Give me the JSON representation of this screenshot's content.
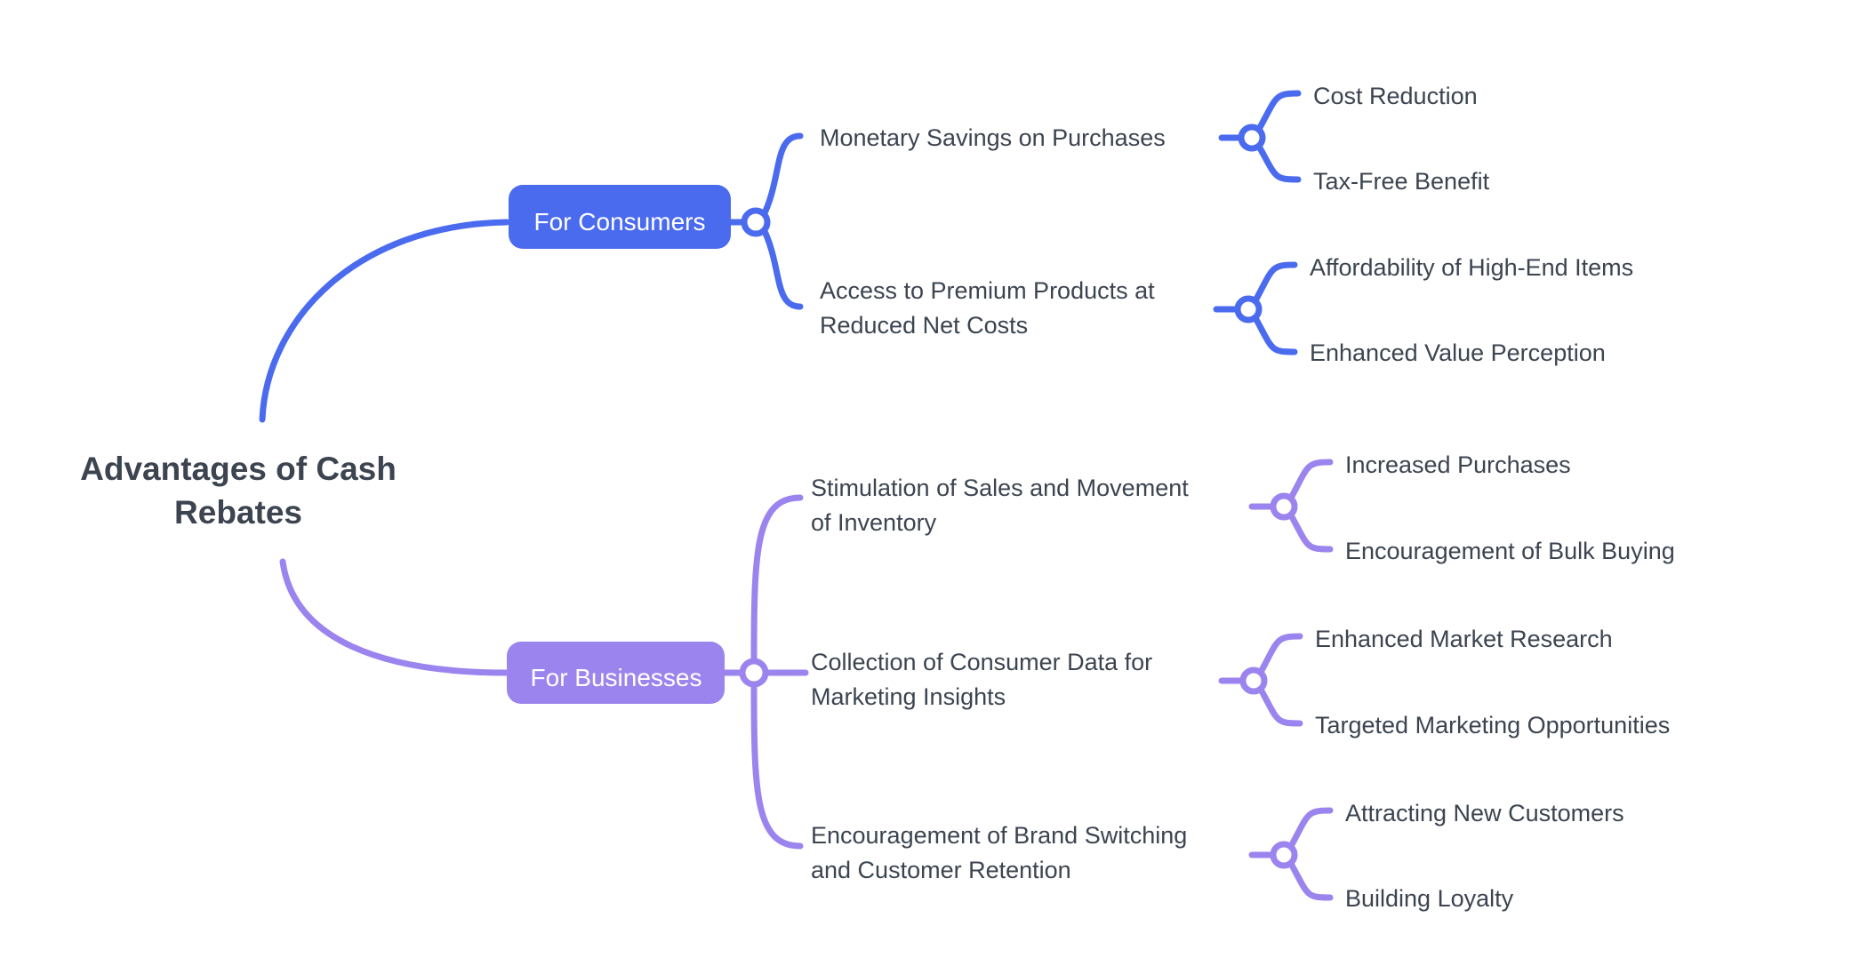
{
  "diagram": {
    "type": "mind-map",
    "title": "Advantages of Cash Rebates",
    "background_color": "#ffffff",
    "text_color": "#3c4450",
    "branch_colors": {
      "consumers": "#4b6bef",
      "businesses": "#9c84ee"
    }
  },
  "root": {
    "label_line1": "Advantages of Cash",
    "label_line2": "Rebates"
  },
  "branches": [
    {
      "id": "for-consumers",
      "label": "For Consumers",
      "color": "#4b6bef",
      "topics": [
        {
          "id": "monetary-savings",
          "label_line1": "Monetary Savings on Purchases",
          "label_line2": "",
          "leaves": [
            {
              "id": "cost-reduction",
              "label": "Cost Reduction"
            },
            {
              "id": "tax-free-benefit",
              "label": "Tax-Free Benefit"
            }
          ]
        },
        {
          "id": "access-to-premium-products",
          "label_line1": "Access to Premium Products at",
          "label_line2": "Reduced Net Costs",
          "leaves": [
            {
              "id": "affordability-of-high-end-items",
              "label": "Affordability of High-End Items"
            },
            {
              "id": "enhanced-value-perception",
              "label": "Enhanced Value Perception"
            }
          ]
        }
      ]
    },
    {
      "id": "for-businesses",
      "label": "For Businesses",
      "color": "#9c84ee",
      "topics": [
        {
          "id": "stimulation-of-sales",
          "label_line1": "Stimulation of Sales and Movement",
          "label_line2": "of Inventory",
          "leaves": [
            {
              "id": "increased-purchases",
              "label": "Increased Purchases"
            },
            {
              "id": "encouragement-of-bulk-buying",
              "label": "Encouragement of Bulk Buying"
            }
          ]
        },
        {
          "id": "collection-of-consumer-data",
          "label_line1": "Collection of Consumer Data for",
          "label_line2": "Marketing Insights",
          "leaves": [
            {
              "id": "enhanced-market-research",
              "label": "Enhanced Market Research"
            },
            {
              "id": "targeted-marketing-opportunities",
              "label": "Targeted Marketing Opportunities"
            }
          ]
        },
        {
          "id": "encouragement-of-brand-switching",
          "label_line1": "Encouragement of Brand Switching",
          "label_line2": "and Customer Retention",
          "leaves": [
            {
              "id": "attracting-new-customers",
              "label": "Attracting New Customers"
            },
            {
              "id": "building-loyalty",
              "label": "Building Loyalty"
            }
          ]
        }
      ]
    }
  ]
}
